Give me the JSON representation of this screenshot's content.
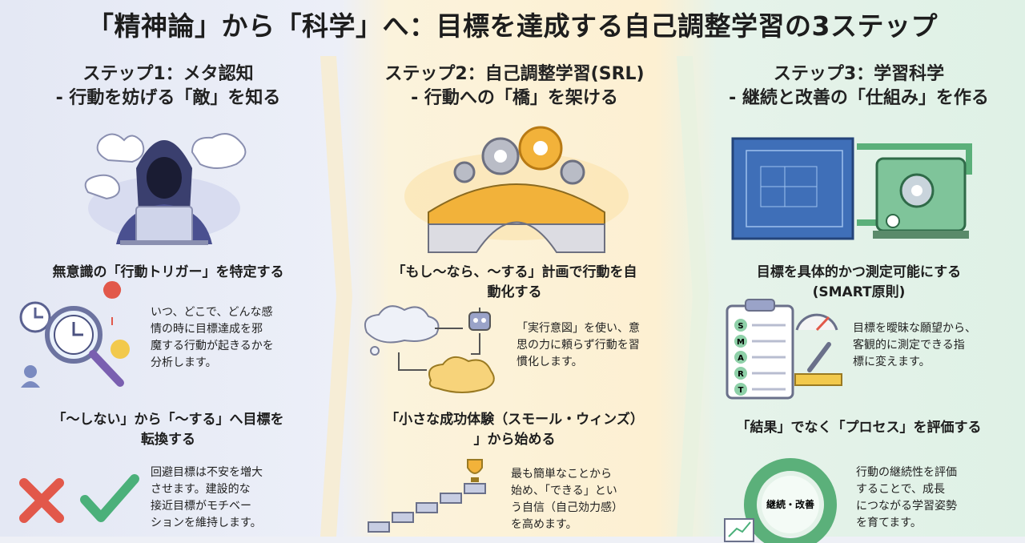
{
  "title": "「精神論」から「科学」へ：目標を達成する自己調整学習の3ステップ",
  "steps": [
    {
      "title_line1": "ステップ1：メタ認知",
      "title_line2": "- 行動を妨げる「敵」を知る",
      "section1": {
        "heading": "無意識の「行動トリガー」を特定する",
        "body": [
          "いつ、どこで、どんな感",
          "情の時に目標達成を邪",
          "魔する行動が起きるかを",
          "分析します。"
        ]
      },
      "section2": {
        "heading_line1": "「〜しない」から「〜する」へ目標を",
        "heading_line2": "転換する",
        "body": [
          "回避目標は不安を増大",
          "させます。建設的な",
          "接近目標がモチベー",
          "ションを維持します。"
        ]
      }
    },
    {
      "title_line1": "ステップ2：自己調整学習(SRL)",
      "title_line2": "- 行動への「橋」を架ける",
      "section1": {
        "heading_line1": "「もし〜なら、〜する」計画で行動を自",
        "heading_line2": "動化する",
        "body": [
          "「実行意図」を使い、意",
          "思の力に頼らず行動を習",
          "慣化します。"
        ]
      },
      "section2": {
        "heading_line1": "「小さな成功体験（スモール・ウィンズ）",
        "heading_line2": "」から始める",
        "body": [
          "最も簡単なことから",
          "始め、「できる」とい",
          "う自信（自己効力感）",
          "を高めます。"
        ]
      }
    },
    {
      "title_line1": "ステップ3：学習科学",
      "title_line2": "- 継続と改善の「仕組み」を作る",
      "section1": {
        "heading_line1": "目標を具体的かつ測定可能にする",
        "heading_line2": "(SMART原則)",
        "body": [
          "目標を曖昧な願望から、",
          "客観的に測定できる指",
          "標に変えます。"
        ]
      },
      "section2": {
        "heading": "「結果」でなく「プロセス」を評価する",
        "body": [
          "行動の継続性を評価",
          "することで、成長",
          "につながる学習姿勢",
          "を育てます。"
        ]
      }
    }
  ],
  "smart_letters": [
    "S",
    "M",
    "A",
    "R",
    "T"
  ],
  "cycle_label": "継続・改善",
  "colors": {
    "col1": "#e8ebf6",
    "col2": "#fdf1d6",
    "col3": "#e2f2e8",
    "accent_orange": "#f2b23a",
    "accent_green": "#5bb07a",
    "accent_blue": "#3f6fb8"
  },
  "icons": [
    "hooded-figure-icon",
    "bridge-gears-icon",
    "blueprint-machine-icon",
    "clock-magnifier-icon",
    "cross-icon",
    "check-icon",
    "cloud-flow-robot-icon",
    "trophy-stairs-icon",
    "smart-clipboard-icon",
    "gauge-icon",
    "cycle-ring-icon"
  ]
}
